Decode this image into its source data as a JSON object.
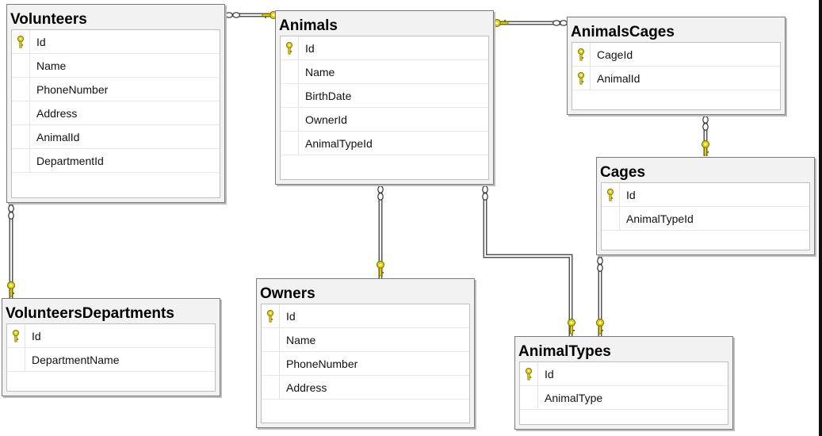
{
  "diagram": {
    "tables": [
      {
        "name": "Volunteers",
        "columns": [
          {
            "name": "Id",
            "primary_key": true
          },
          {
            "name": "Name",
            "primary_key": false
          },
          {
            "name": "PhoneNumber",
            "primary_key": false
          },
          {
            "name": "Address",
            "primary_key": false
          },
          {
            "name": "AnimalId",
            "primary_key": false
          },
          {
            "name": "DepartmentId",
            "primary_key": false
          }
        ]
      },
      {
        "name": "Animals",
        "columns": [
          {
            "name": "Id",
            "primary_key": true
          },
          {
            "name": "Name",
            "primary_key": false
          },
          {
            "name": "BirthDate",
            "primary_key": false
          },
          {
            "name": "OwnerId",
            "primary_key": false
          },
          {
            "name": "AnimalTypeId",
            "primary_key": false
          }
        ]
      },
      {
        "name": "AnimalsCages",
        "columns": [
          {
            "name": "CageId",
            "primary_key": true
          },
          {
            "name": "AnimalId",
            "primary_key": true
          }
        ]
      },
      {
        "name": "Cages",
        "columns": [
          {
            "name": "Id",
            "primary_key": true
          },
          {
            "name": "AnimalTypeId",
            "primary_key": false
          }
        ]
      },
      {
        "name": "VolunteersDepartments",
        "columns": [
          {
            "name": "Id",
            "primary_key": true
          },
          {
            "name": "DepartmentName",
            "primary_key": false
          }
        ]
      },
      {
        "name": "Owners",
        "columns": [
          {
            "name": "Id",
            "primary_key": true
          },
          {
            "name": "Name",
            "primary_key": false
          },
          {
            "name": "PhoneNumber",
            "primary_key": false
          },
          {
            "name": "Address",
            "primary_key": false
          }
        ]
      },
      {
        "name": "AnimalTypes",
        "columns": [
          {
            "name": "Id",
            "primary_key": true
          },
          {
            "name": "AnimalType",
            "primary_key": false
          }
        ]
      }
    ],
    "relationships": [
      {
        "from": "Volunteers",
        "to": "Animals",
        "many_end": "Volunteers",
        "one_end": "Animals"
      },
      {
        "from": "AnimalsCages",
        "to": "Animals",
        "many_end": "AnimalsCages",
        "one_end": "Animals"
      },
      {
        "from": "AnimalsCages",
        "to": "Cages",
        "many_end": "AnimalsCages",
        "one_end": "Cages"
      },
      {
        "from": "Volunteers",
        "to": "VolunteersDepartments",
        "many_end": "Volunteers",
        "one_end": "VolunteersDepartments"
      },
      {
        "from": "Animals",
        "to": "Owners",
        "many_end": "Animals",
        "one_end": "Owners"
      },
      {
        "from": "Animals",
        "to": "AnimalTypes",
        "many_end": "Animals",
        "one_end": "AnimalTypes"
      },
      {
        "from": "Cages",
        "to": "AnimalTypes",
        "many_end": "Cages",
        "one_end": "AnimalTypes"
      }
    ],
    "colors": {
      "key": "#e2d100",
      "connector": "#555555",
      "connector_inner": "#ffffff"
    }
  }
}
